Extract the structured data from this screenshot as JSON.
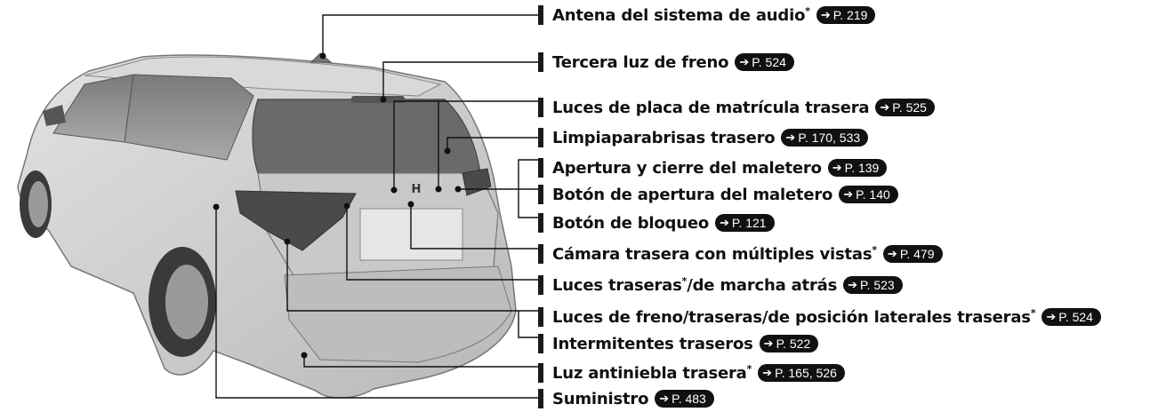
{
  "labels": [
    {
      "pre": "Antena del sistema de audio",
      "ast": "*",
      "post": "",
      "ref": "P. 219"
    },
    {
      "pre": "Tercera luz de freno",
      "ast": "",
      "post": "",
      "ref": "P. 524"
    },
    {
      "pre": "Luces de placa de matrícula trasera",
      "ast": "",
      "post": "",
      "ref": "P. 525"
    },
    {
      "pre": "Limpiaparabrisas trasero",
      "ast": "",
      "post": "",
      "ref": "P. 170, 533"
    },
    {
      "pre": "Apertura y cierre del maletero",
      "ast": "",
      "post": "",
      "ref": "P. 139"
    },
    {
      "pre": "Botón de apertura del maletero",
      "ast": "",
      "post": "",
      "ref": "P. 140"
    },
    {
      "pre": "Botón de bloqueo",
      "ast": "",
      "post": "",
      "ref": "P. 121"
    },
    {
      "pre": "Cámara trasera con múltiples vistas",
      "ast": "*",
      "post": "",
      "ref": "P. 479"
    },
    {
      "pre": "Luces traseras",
      "ast": "*",
      "post": "/de marcha atrás",
      "ref": "P. 523"
    },
    {
      "pre": "Luces de freno/traseras/de posición laterales traseras",
      "ast": "*",
      "post": "",
      "ref": "P. 524"
    },
    {
      "pre": "Intermitentes traseros",
      "ast": "",
      "post": "",
      "ref": "P. 522"
    },
    {
      "pre": "Luz antiniebla trasera",
      "ast": "*",
      "post": "",
      "ref": "P. 165, 526"
    },
    {
      "pre": "Suministro",
      "ast": "",
      "post": "",
      "ref": "P. 483"
    }
  ],
  "car": {
    "emblem": "H"
  },
  "colors": {
    "body": "#cfcfcf",
    "dark": "#6a6a6a",
    "glass": "#8e8e8e",
    "ink": "#111111"
  }
}
